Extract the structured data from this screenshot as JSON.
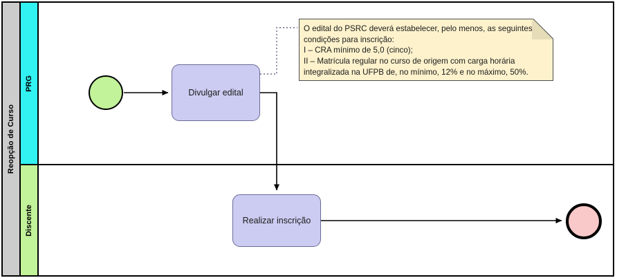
{
  "diagram": {
    "title": "Reopção de Curso",
    "type": "bpmn-process-diagram"
  },
  "pool": {
    "label": "Reopção de Curso",
    "header_color": "#cccccc",
    "border_color": "#000000"
  },
  "lanes": [
    {
      "id": "prg",
      "label": "PRG",
      "color": "#33f2f2"
    },
    {
      "id": "discente",
      "label": "Discente",
      "color": "#c2f299"
    }
  ],
  "events": [
    {
      "id": "start",
      "type": "start-event",
      "label": "",
      "lane": "prg",
      "fill": "#c2f299",
      "stroke": "#000000"
    },
    {
      "id": "end",
      "type": "end-event",
      "label": "",
      "lane": "discente",
      "fill": "#f9c8c8",
      "stroke": "#000000"
    }
  ],
  "tasks": [
    {
      "id": "divulgar-edital",
      "label": "Divulgar edital",
      "lane": "prg",
      "fill": "#ccccf2",
      "stroke": "#6a6a96"
    },
    {
      "id": "realizar-inscricao",
      "label": "Realizar inscrição",
      "lane": "discente",
      "fill": "#ccccf2",
      "stroke": "#6a6a96"
    }
  ],
  "annotation": {
    "id": "note-edital",
    "attached_to": "divulgar-edital",
    "fill": "#fdf2cc",
    "stroke": "#4d4d4d",
    "text": "O edital do PSRC deverá estabelecer, pelo menos, as seguintes condições para inscrição:\nI – CRA mínimo de 5,0 (cinco);\nII – Matrícula regular no curso de origem com carga horária integralizada na UFPB de, no mínimo, 12% e no máximo, 50%."
  },
  "flows": [
    {
      "id": "flow-start-divulgar",
      "from": "start",
      "to": "divulgar-edital",
      "type": "sequence-flow"
    },
    {
      "id": "flow-divulgar-realizar",
      "from": "divulgar-edital",
      "to": "realizar-inscricao",
      "type": "sequence-flow"
    },
    {
      "id": "flow-realizar-end",
      "from": "realizar-inscricao",
      "to": "end",
      "type": "sequence-flow"
    },
    {
      "id": "assoc-divulgar-note",
      "from": "divulgar-edital",
      "to": "note-edital",
      "type": "association"
    }
  ]
}
